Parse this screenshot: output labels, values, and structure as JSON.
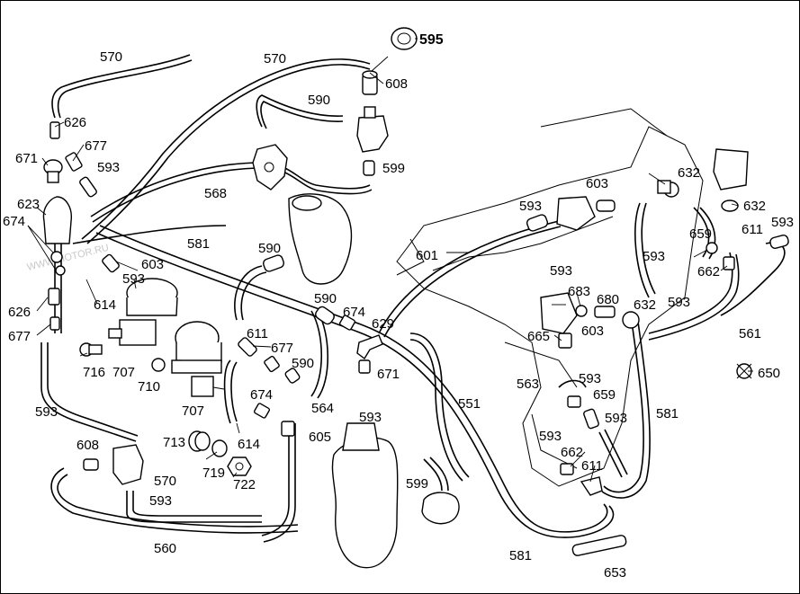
{
  "figure": {
    "watermark": "WWW.MOTOR.RU"
  },
  "callouts": {
    "c595": "595",
    "c570a": "570",
    "c570b": "570",
    "c608a": "608",
    "c590a": "590",
    "c626a": "626",
    "c677a": "677",
    "c671a": "671",
    "c593a": "593",
    "c599a": "599",
    "c568": "568",
    "c623": "623",
    "c674a": "674",
    "c581a": "581",
    "c590b": "590",
    "c603a": "603",
    "c593b": "593",
    "c614a": "614",
    "c626b": "626",
    "c677b": "677",
    "c611a": "611",
    "c677c": "677",
    "c590c": "590",
    "c674b": "674",
    "c629": "629",
    "c590d": "590",
    "c716": "716",
    "c707a": "707",
    "c710": "710",
    "c707b": "707",
    "c671b": "671",
    "c674c": "674",
    "c564": "564",
    "c593c": "593",
    "c593d": "593",
    "c551": "551",
    "c713": "713",
    "c614b": "614",
    "c605": "605",
    "c608b": "608",
    "c719": "719",
    "c722": "722",
    "c570c": "570",
    "c593e": "593",
    "c599b": "599",
    "c560": "560",
    "c581b": "581",
    "c653": "653",
    "c601": "601",
    "c603b": "603",
    "c593f": "593",
    "c593g": "593",
    "c632a": "632",
    "c632b": "632",
    "c593h": "593",
    "c611b": "611",
    "c659a": "659",
    "c593i": "593",
    "c662a": "662",
    "c683": "683",
    "c680": "680",
    "c632c": "632",
    "c593j": "593",
    "c665": "665",
    "c603c": "603",
    "c561": "561",
    "c650": "650",
    "c563": "563",
    "c593k": "593",
    "c659b": "659",
    "c593l": "593",
    "c581c": "581",
    "c593m": "593",
    "c662b": "662",
    "c611c": "611"
  }
}
